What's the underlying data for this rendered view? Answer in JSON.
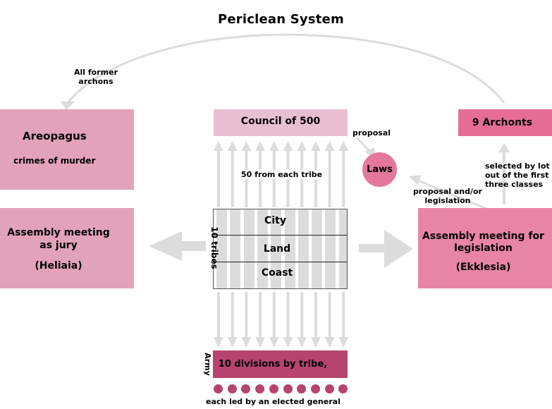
{
  "title": "Periclean System",
  "colors": {
    "areopagus": "#e2a3ba",
    "heliaia": "#e2a3ba",
    "council": "#e8bfd1",
    "archonts": "#e56d95",
    "laws": "#e5779c",
    "ekklesia": "#e885a6",
    "army": "#b6446e",
    "arrow": "#dcdcdc",
    "stripe": "#dcdcdc"
  },
  "areopagus": {
    "title": "Areopagus",
    "subtitle": "crimes of murder"
  },
  "council": {
    "title": "Council of 500"
  },
  "archonts": {
    "title": "9 Archonts"
  },
  "laws": {
    "title": "Laws"
  },
  "heliaia": {
    "line1": "Assembly meeting",
    "line2": "as jury",
    "line3": "(Heliaia)"
  },
  "ekklesia": {
    "line1": "Assembly meeting for",
    "line2": "legislation",
    "line3": "(Ekklesia)"
  },
  "tribes": {
    "label": "10 tribes",
    "rows": [
      "City",
      "Land",
      "Coast"
    ],
    "count": 10
  },
  "army": {
    "side_label": "Army",
    "title": "10  divisions by tribe,",
    "caption": "each led by an elected general",
    "generals": 10
  },
  "labels": {
    "former_archons_1": "All former",
    "former_archons_2": "archons",
    "fifty_each": "50 from each tribe",
    "proposal": "proposal",
    "proposal_legislation_1": "proposal and/or",
    "proposal_legislation_2": "legislation",
    "selected_1": "selected by lot",
    "selected_2": "out of the first",
    "selected_3": "three classes"
  }
}
